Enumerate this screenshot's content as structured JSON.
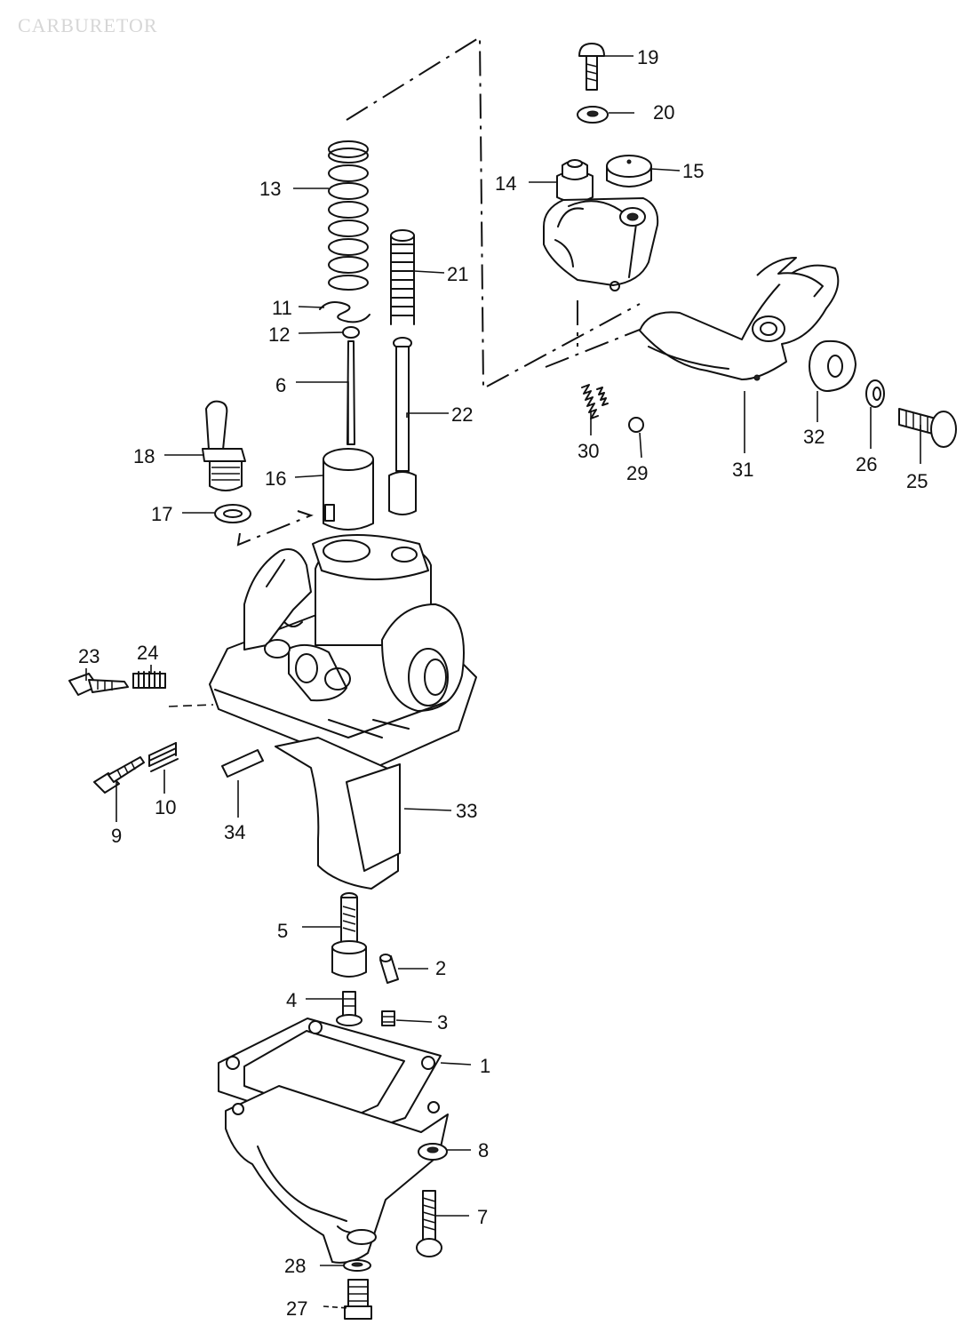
{
  "title": "CARBURETOR",
  "callouts": [
    {
      "id": "19",
      "label": "19"
    },
    {
      "id": "20",
      "label": "20"
    },
    {
      "id": "14",
      "label": "14"
    },
    {
      "id": "15",
      "label": "15"
    },
    {
      "id": "13",
      "label": "13"
    },
    {
      "id": "21",
      "label": "21"
    },
    {
      "id": "11",
      "label": "11"
    },
    {
      "id": "12",
      "label": "12"
    },
    {
      "id": "6",
      "label": "6"
    },
    {
      "id": "22",
      "label": "22"
    },
    {
      "id": "18",
      "label": "18"
    },
    {
      "id": "16",
      "label": "16"
    },
    {
      "id": "17",
      "label": "17"
    },
    {
      "id": "30",
      "label": "30"
    },
    {
      "id": "29",
      "label": "29"
    },
    {
      "id": "31",
      "label": "31"
    },
    {
      "id": "32",
      "label": "32"
    },
    {
      "id": "26",
      "label": "26"
    },
    {
      "id": "25",
      "label": "25"
    },
    {
      "id": "23",
      "label": "23"
    },
    {
      "id": "24",
      "label": "24"
    },
    {
      "id": "9",
      "label": "9"
    },
    {
      "id": "10",
      "label": "10"
    },
    {
      "id": "34",
      "label": "34"
    },
    {
      "id": "33",
      "label": "33"
    },
    {
      "id": "5",
      "label": "5"
    },
    {
      "id": "2",
      "label": "2"
    },
    {
      "id": "4",
      "label": "4"
    },
    {
      "id": "3",
      "label": "3"
    },
    {
      "id": "1",
      "label": "1"
    },
    {
      "id": "8",
      "label": "8"
    },
    {
      "id": "7",
      "label": "7"
    },
    {
      "id": "28",
      "label": "28"
    },
    {
      "id": "27",
      "label": "27"
    }
  ]
}
